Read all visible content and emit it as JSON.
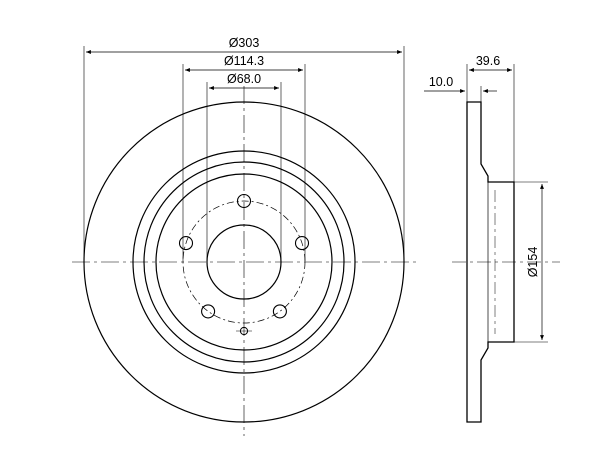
{
  "dimensions": {
    "outer_diameter": "Ø303",
    "bolt_circle_diameter": "Ø114.3",
    "center_bore_diameter": "Ø68.0",
    "disc_thickness": "10.0",
    "overall_height": "39.6",
    "hat_diameter": "Ø154"
  },
  "views": {
    "front": {
      "bolt_holes": 5
    },
    "side": {}
  },
  "colors": {
    "line": "#000000",
    "background": "#ffffff"
  }
}
